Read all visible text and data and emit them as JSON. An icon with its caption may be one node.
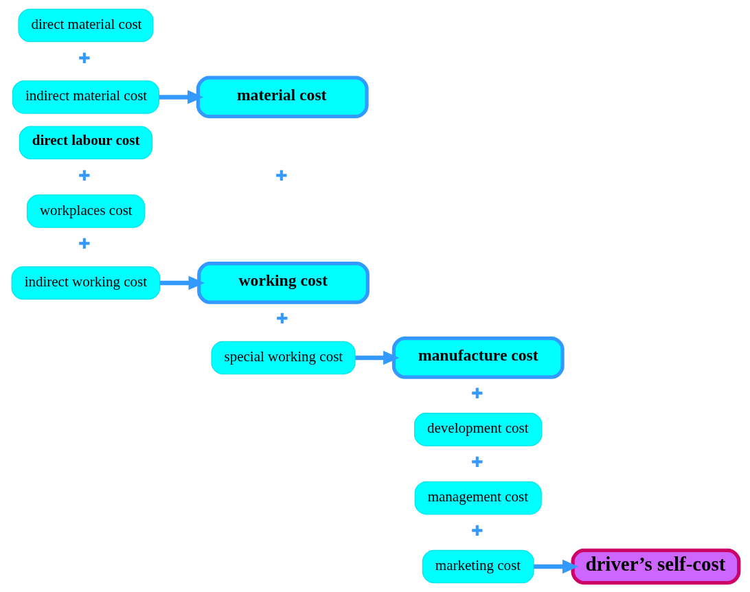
{
  "diagram": {
    "nodes": [
      {
        "text": [
          "direct material cost"
        ]
      },
      {
        "text": [
          "indirect material cost"
        ]
      },
      {
        "text": [
          "material cost"
        ]
      },
      {
        "text": [
          "direct labour cost"
        ]
      },
      {
        "text": [
          "workplaces cost"
        ]
      },
      {
        "text": [
          "indirect working cost"
        ]
      },
      {
        "text": [
          "working cost"
        ]
      },
      {
        "text": [
          "special working cost"
        ]
      },
      {
        "text": [
          "manufacture cost"
        ]
      },
      {
        "text": [
          "development cost"
        ]
      },
      {
        "text": [
          "management cost"
        ]
      },
      {
        "text": [
          "marketing cost"
        ]
      },
      {
        "text": [
          "driver’s self-cost"
        ]
      }
    ],
    "edges": [
      {
        "from": 1,
        "to": 2,
        "arrow": "to"
      },
      {
        "from": 5,
        "to": 6,
        "arrow": "to"
      },
      {
        "from": 7,
        "to": 8,
        "arrow": "to"
      },
      {
        "from": 11,
        "to": 12,
        "arrow": "to"
      }
    ],
    "labels": [
      "✚",
      "✚",
      "✚",
      "✚",
      "✚",
      "✚",
      "✚",
      "✚"
    ]
  }
}
